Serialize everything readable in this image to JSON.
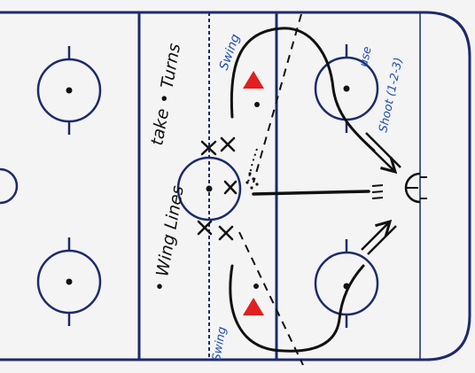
{
  "diagram": {
    "notes": {
      "swing_top": "Swing",
      "swing_bottom": "Swing",
      "take_turns": "take • Turns",
      "wing_lines": "• Wing Lines",
      "use_shoot": "use",
      "shoot_sequence": "Shoot (1-2-3)"
    },
    "colors": {
      "rink_line": "#1d2a6b",
      "center_line": "#1d2a6b",
      "ink": "#111111",
      "cone": "#e02020",
      "blue_text": "#1f4fb3",
      "ice": "#f4f4f4"
    },
    "icons": {
      "cone": "red-triangle",
      "pass_arrow": "double-arrow",
      "goal": "goal-crease"
    }
  }
}
